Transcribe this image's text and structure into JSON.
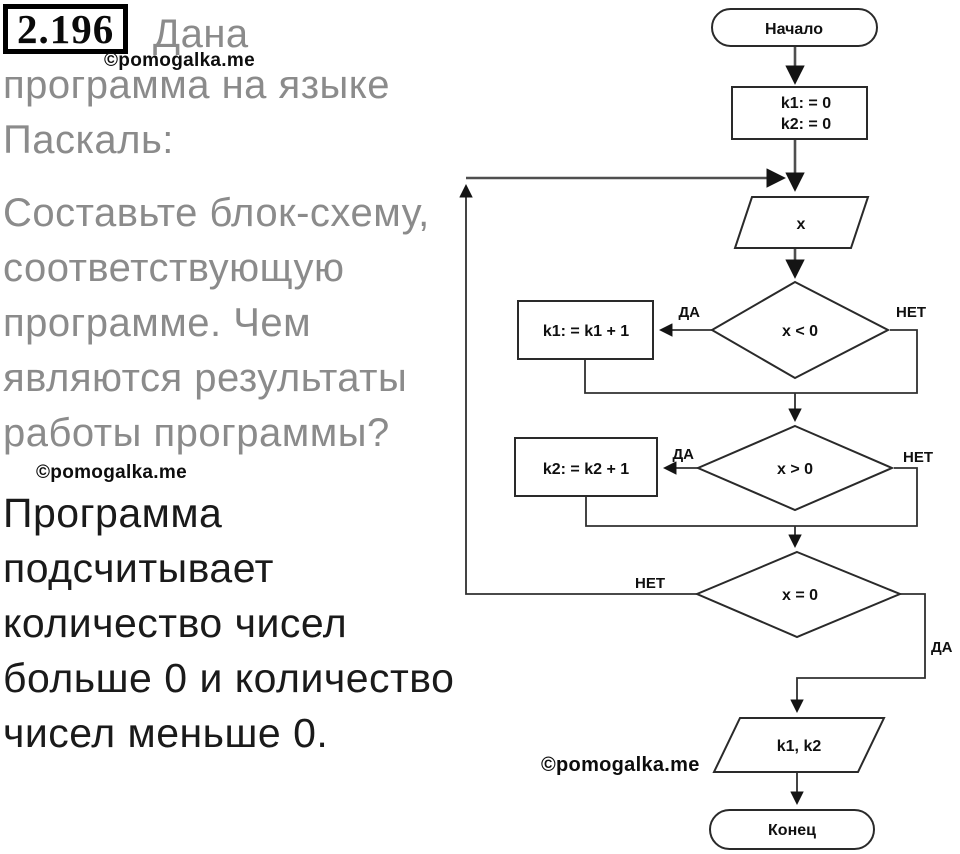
{
  "page": {
    "background": "#ffffff"
  },
  "colors": {
    "gray_text": "#8b8b8b",
    "black_text": "#1a1a1a",
    "connector_line": "#4f4f4f",
    "shape_stroke": "#2a2a2a",
    "node_text": "#101010"
  },
  "problem": {
    "number": "2.196",
    "lead_word": "Дана",
    "lead_lines": [
      "программа на языке",
      "Паскаль:"
    ],
    "question_lines": [
      "Составьте блок-схему,",
      "соответствующую",
      "программе. Чем",
      "являются результаты",
      "работы программы?"
    ],
    "answer_lines": [
      "Программа",
      "подсчитывает",
      "количество чисел",
      "больше 0 и количество",
      "чисел меньше 0."
    ]
  },
  "watermarks": {
    "top": "©pomogalka.me",
    "middle": "©pomogalka.me",
    "bottom": "©pomogalka.me"
  },
  "flowchart": {
    "start_label": "Начало",
    "init_lines": [
      "k1: = 0",
      "k2: = 0"
    ],
    "input_label": "x",
    "decision1_label": "x < 0",
    "process1_label": "k1: = k1 + 1",
    "decision2_label": "x > 0",
    "process2_label": "k2: = k2 + 1",
    "decision3_label": "x = 0",
    "output_label": "k1, k2",
    "end_label": "Конец",
    "yes_label": "ДА",
    "no_label": "НЕТ"
  }
}
